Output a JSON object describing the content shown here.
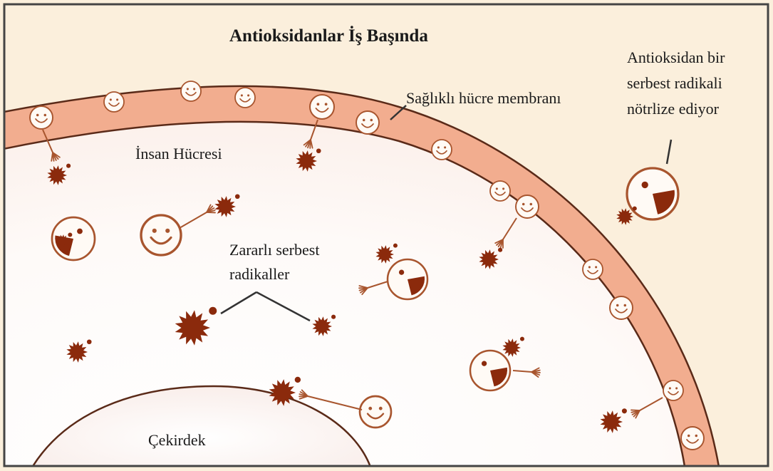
{
  "title": "Antioksidanlar İş Başında",
  "labels": {
    "cell": "İnsan Hücresi",
    "membrane": "Sağlıklı hücre membranı",
    "nucleus": "Çekirdek",
    "free_radicals_line1": "Zararlı serbest",
    "free_radicals_line2": "radikaller",
    "neutralizing_line1": "Antioksidan bir",
    "neutralizing_line2": "serbest radikali",
    "neutralizing_line3": "nötrlize ediyor"
  },
  "colors": {
    "background": "#fbefdc",
    "membrane": "#f2ad8f",
    "membrane_outline": "#5a2a18",
    "cell_interior": "#fdf0ec",
    "nucleus": "#fbeeea",
    "antioxidant_stroke": "#a8552e",
    "free_radical": "#8b2a0c",
    "frame": "#444444"
  },
  "icons": {
    "antioxidant": "smiley-face-icon",
    "free_radical": "spiky-ball-icon",
    "neutralizing_antioxidant": "pacman-face-icon",
    "reaching_hand": "hand-icon"
  }
}
